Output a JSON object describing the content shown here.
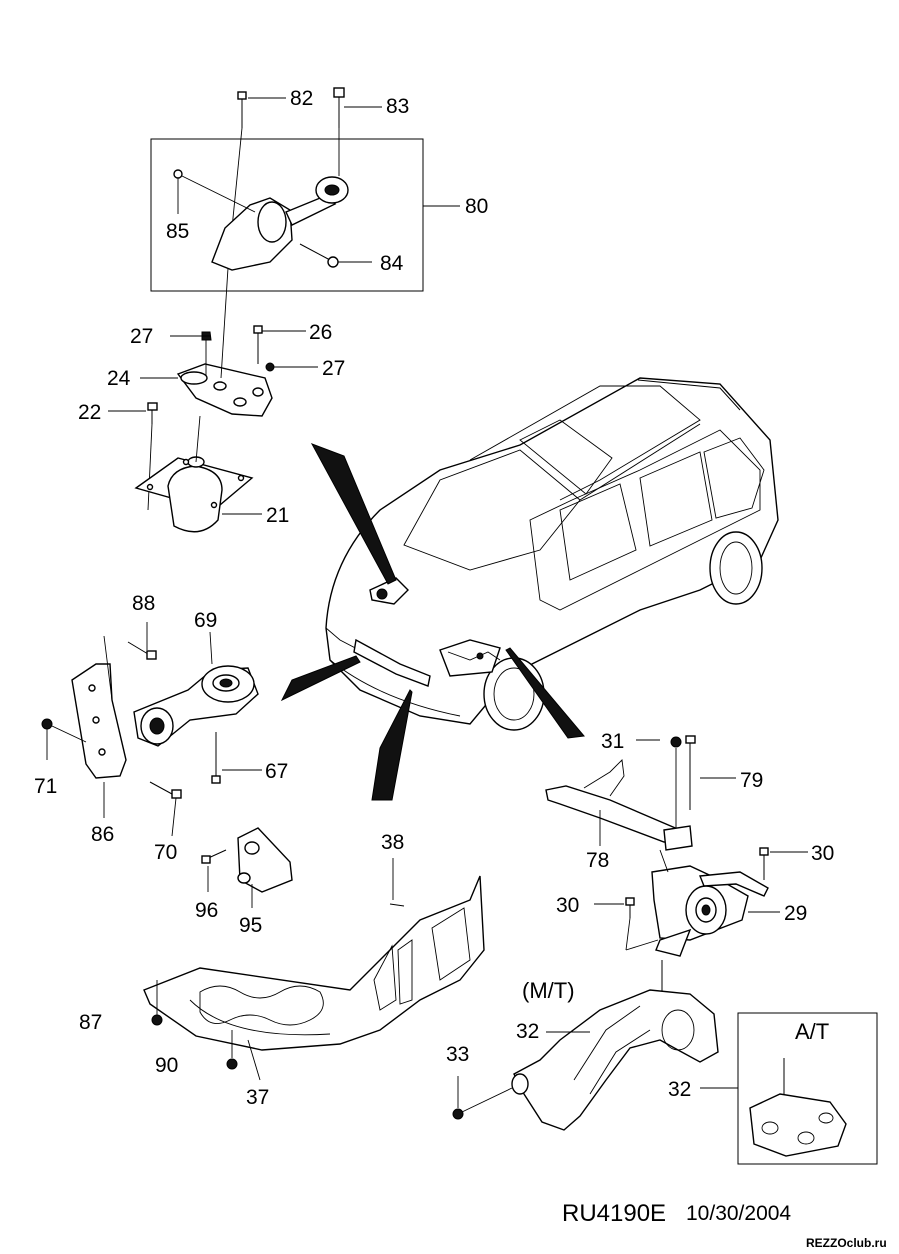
{
  "diagram": {
    "callouts": {
      "c82": "82",
      "c83": "83",
      "c80": "80",
      "c85": "85",
      "c84": "84",
      "c27a": "27",
      "c26": "26",
      "c27b": "27",
      "c24": "24",
      "c22": "22",
      "c21": "21",
      "c88": "88",
      "c69": "69",
      "c71": "71",
      "c67": "67",
      "c86": "86",
      "c70": "70",
      "c38": "38",
      "c96": "96",
      "c95": "95",
      "c87": "87",
      "c90": "90",
      "c37": "37",
      "c31": "31",
      "c79": "79",
      "c30a": "30",
      "c78": "78",
      "c30b": "30",
      "c29": "29",
      "c33": "33",
      "c32a": "32",
      "c32b": "32"
    },
    "variant_mt": "(M/T)",
    "variant_at": "A/T",
    "drawing_code": "RU4190E",
    "drawing_date": "10/30/2004",
    "watermark": "REZZOclub.ru"
  }
}
